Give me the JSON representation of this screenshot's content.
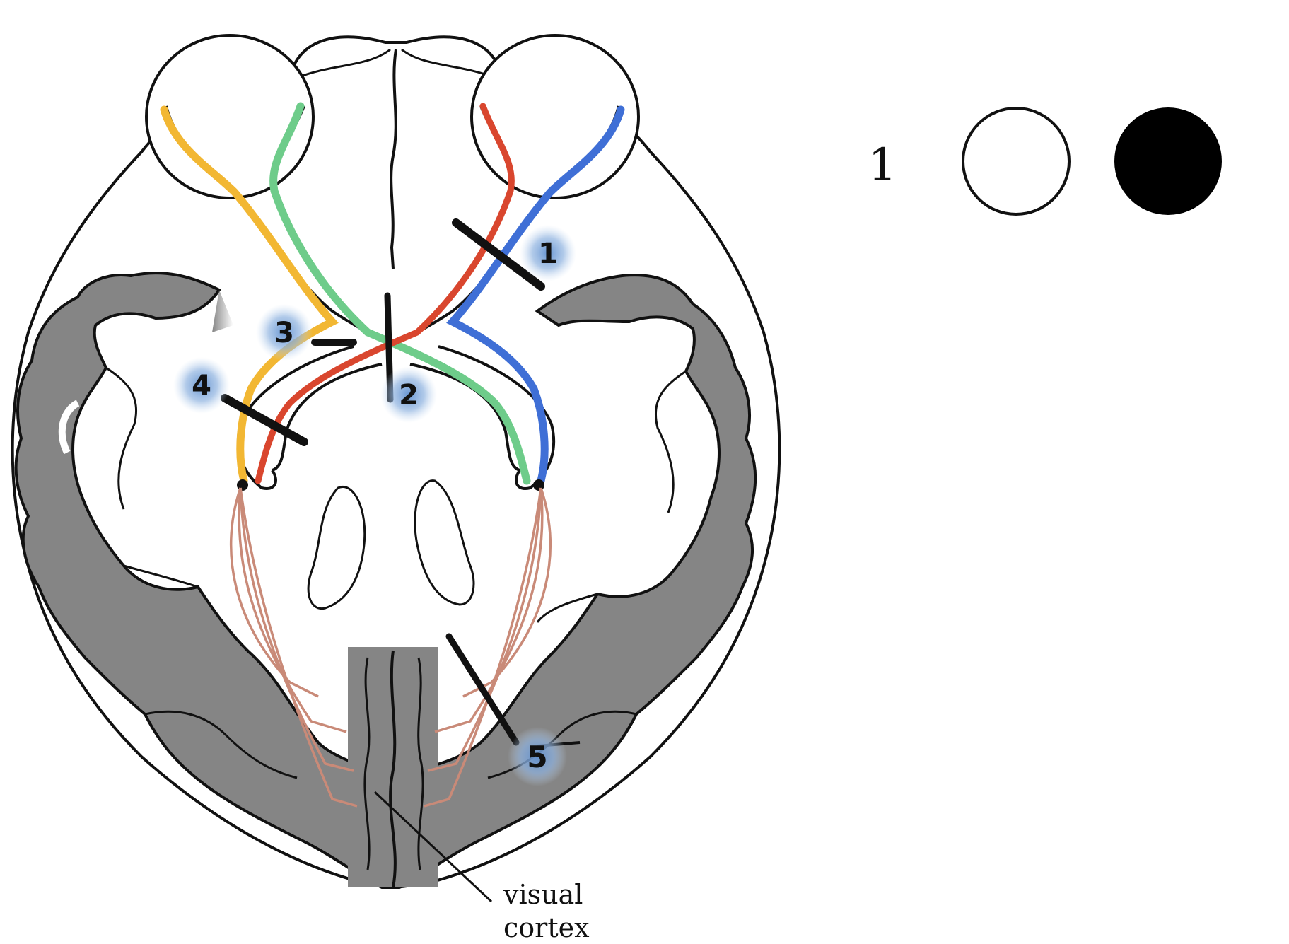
{
  "lesion_markers": [
    {
      "label": "1"
    },
    {
      "label": "2"
    },
    {
      "label": "3"
    },
    {
      "label": "4"
    },
    {
      "label": "5"
    }
  ],
  "annotation": {
    "visual_cortex_line1": "visual",
    "visual_cortex_line2": "cortex"
  },
  "field_panel": {
    "row_label": "1",
    "left_eye_field": "unaffected",
    "right_eye_field": "blind"
  },
  "colors": {
    "outline": "#111111",
    "cortex_gray": "#858585",
    "pathway_yellow": "#F2B733",
    "pathway_green": "#6ECC8A",
    "pathway_red": "#D9462E",
    "pathway_blue": "#3F6FD6",
    "radiation": "#C98A78",
    "marker_glow": "#7FA7D9"
  }
}
